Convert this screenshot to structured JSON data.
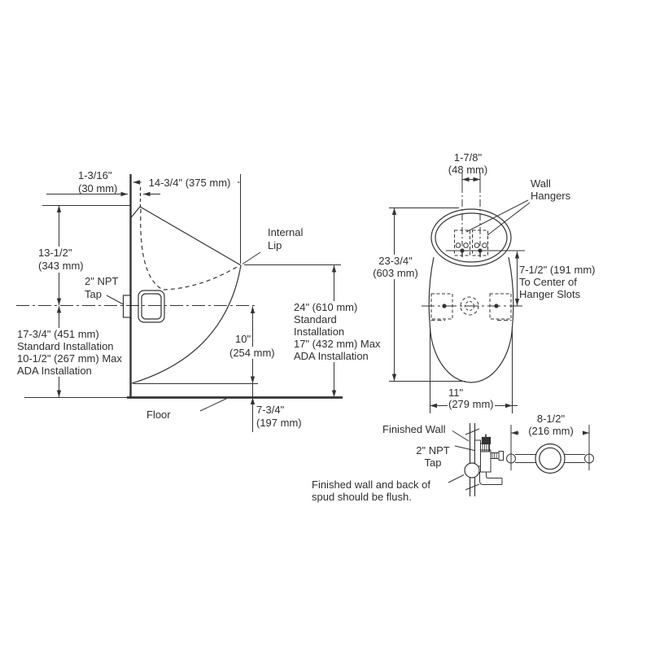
{
  "title": "Urinal installation dimension drawing",
  "colors": {
    "line": "#333333",
    "text": "#2e2e2e",
    "background": "#ffffff"
  },
  "side_view": {
    "offset_dim": [
      "1-3/16\"",
      "(30 mm)"
    ],
    "depth_dim": "14-3/4\" (375 mm)",
    "rim_height_dim": [
      "13-1/2\"",
      "(343 mm)"
    ],
    "tap_label": [
      "2\" NPT",
      "Tap"
    ],
    "internal_lip_label": [
      "Internal",
      "Lip"
    ],
    "left_install_note": [
      "17-3/4\" (451 mm)",
      "Standard Installation",
      "10-1/2\" (267 mm) Max",
      "ADA Installation"
    ],
    "right_install_note": [
      "24\" (610 mm)",
      "Standard",
      "Installation",
      "17\" (432 mm) Max",
      "ADA Installation"
    ],
    "outlet_drop_dim": [
      "10\"",
      "(254 mm)"
    ],
    "floor_label": "Floor",
    "outlet_height_dim": [
      "7-3/4\"",
      "(197 mm)"
    ]
  },
  "front_view": {
    "hanger_spacing_dim": [
      "1-7/8\"",
      "(48 mm)"
    ],
    "wall_hangers_label": [
      "Wall",
      "Hangers"
    ],
    "overall_height_dim": [
      "23-3/4\"",
      "(603 mm)"
    ],
    "hanger_to_outlet_dim": [
      "7-1/2\" (191 mm)",
      "To Center of",
      "Hanger Slots"
    ],
    "width_dim": [
      "11\"",
      "(279 mm)"
    ]
  },
  "spud_detail": {
    "finished_wall_label": "Finished Wall",
    "tap_label": [
      "2\" NPT",
      "Tap"
    ],
    "flush_note": [
      "Finished wall and back of",
      "spud should be flush."
    ],
    "flange_width_dim": [
      "8-1/2\"",
      "(216 mm)"
    ]
  }
}
